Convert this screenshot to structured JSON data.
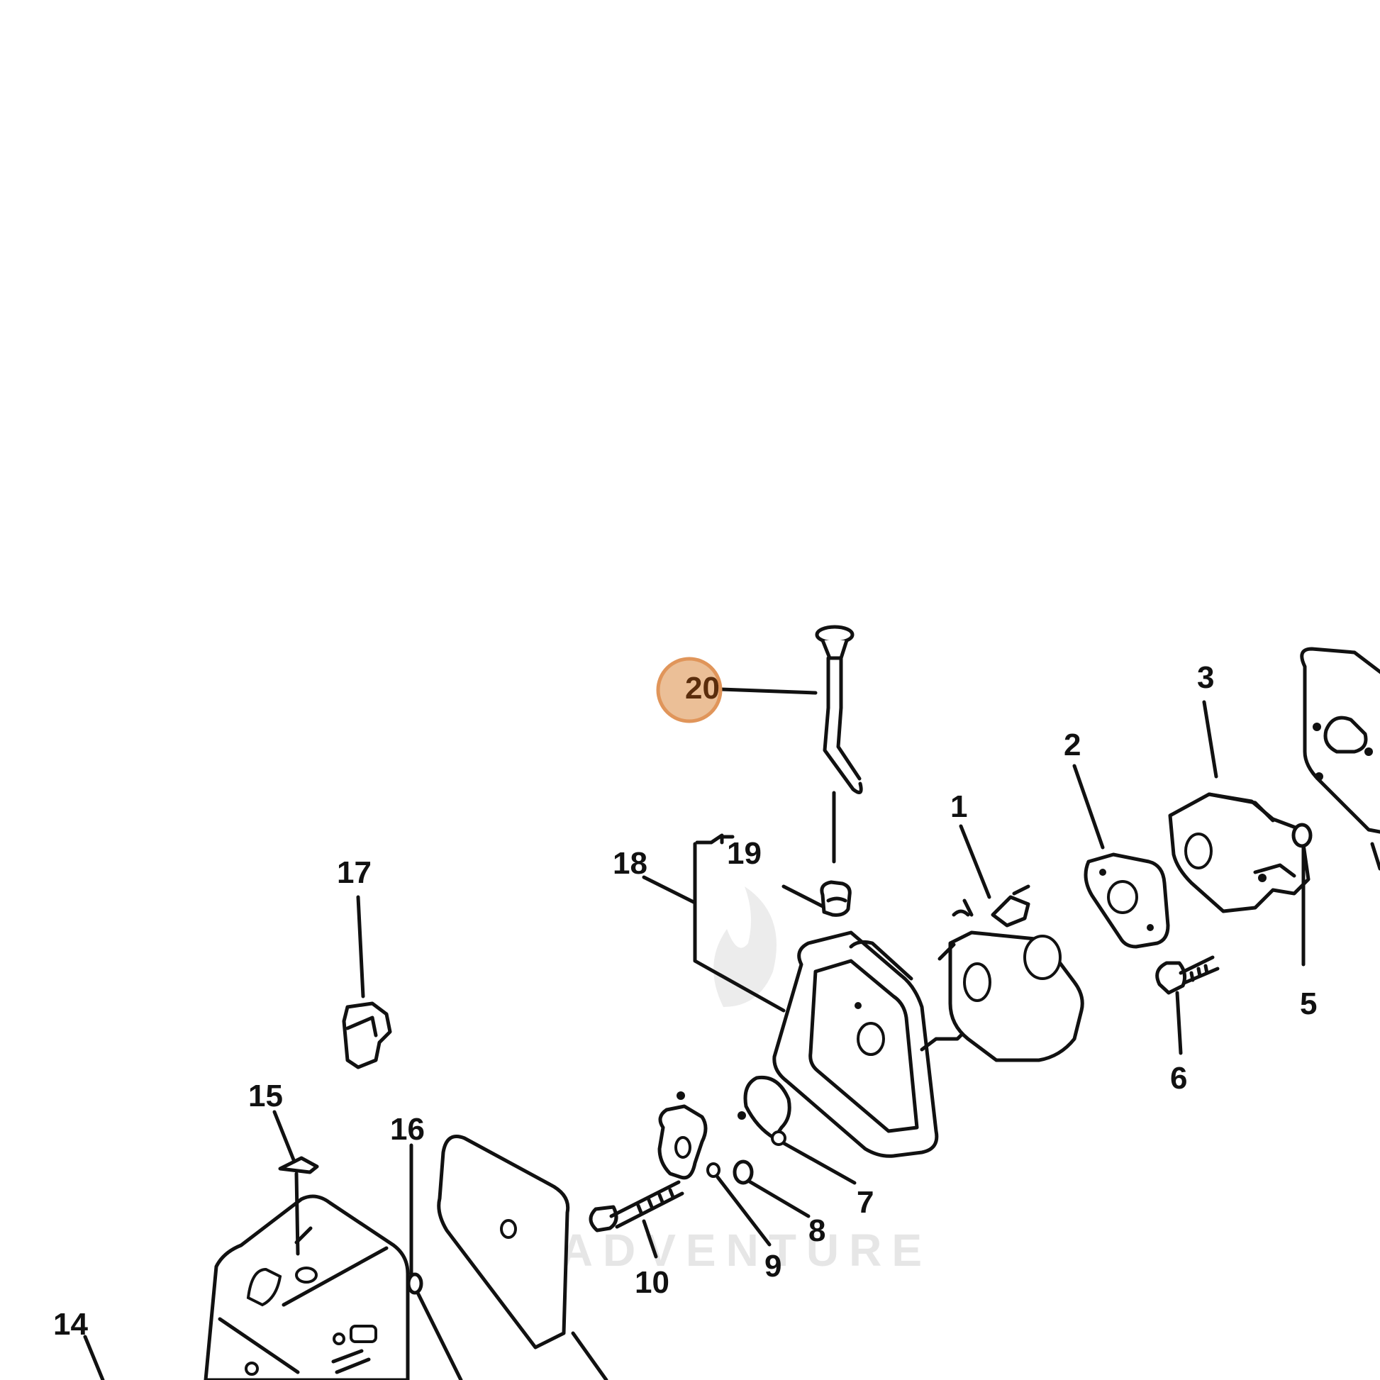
{
  "diagram": {
    "watermark": "LEADVENTURE",
    "selected_callout": "20",
    "highlight_color": "#e0955a",
    "callouts": {
      "c1": "1",
      "c2": "2",
      "c3": "3",
      "c5": "5",
      "c6": "6",
      "c7": "7",
      "c8": "8",
      "c9": "9",
      "c10": "10",
      "c14": "14",
      "c15": "15",
      "c16": "16",
      "c17": "17",
      "c18": "18",
      "c19": "19",
      "c20": "20"
    }
  }
}
